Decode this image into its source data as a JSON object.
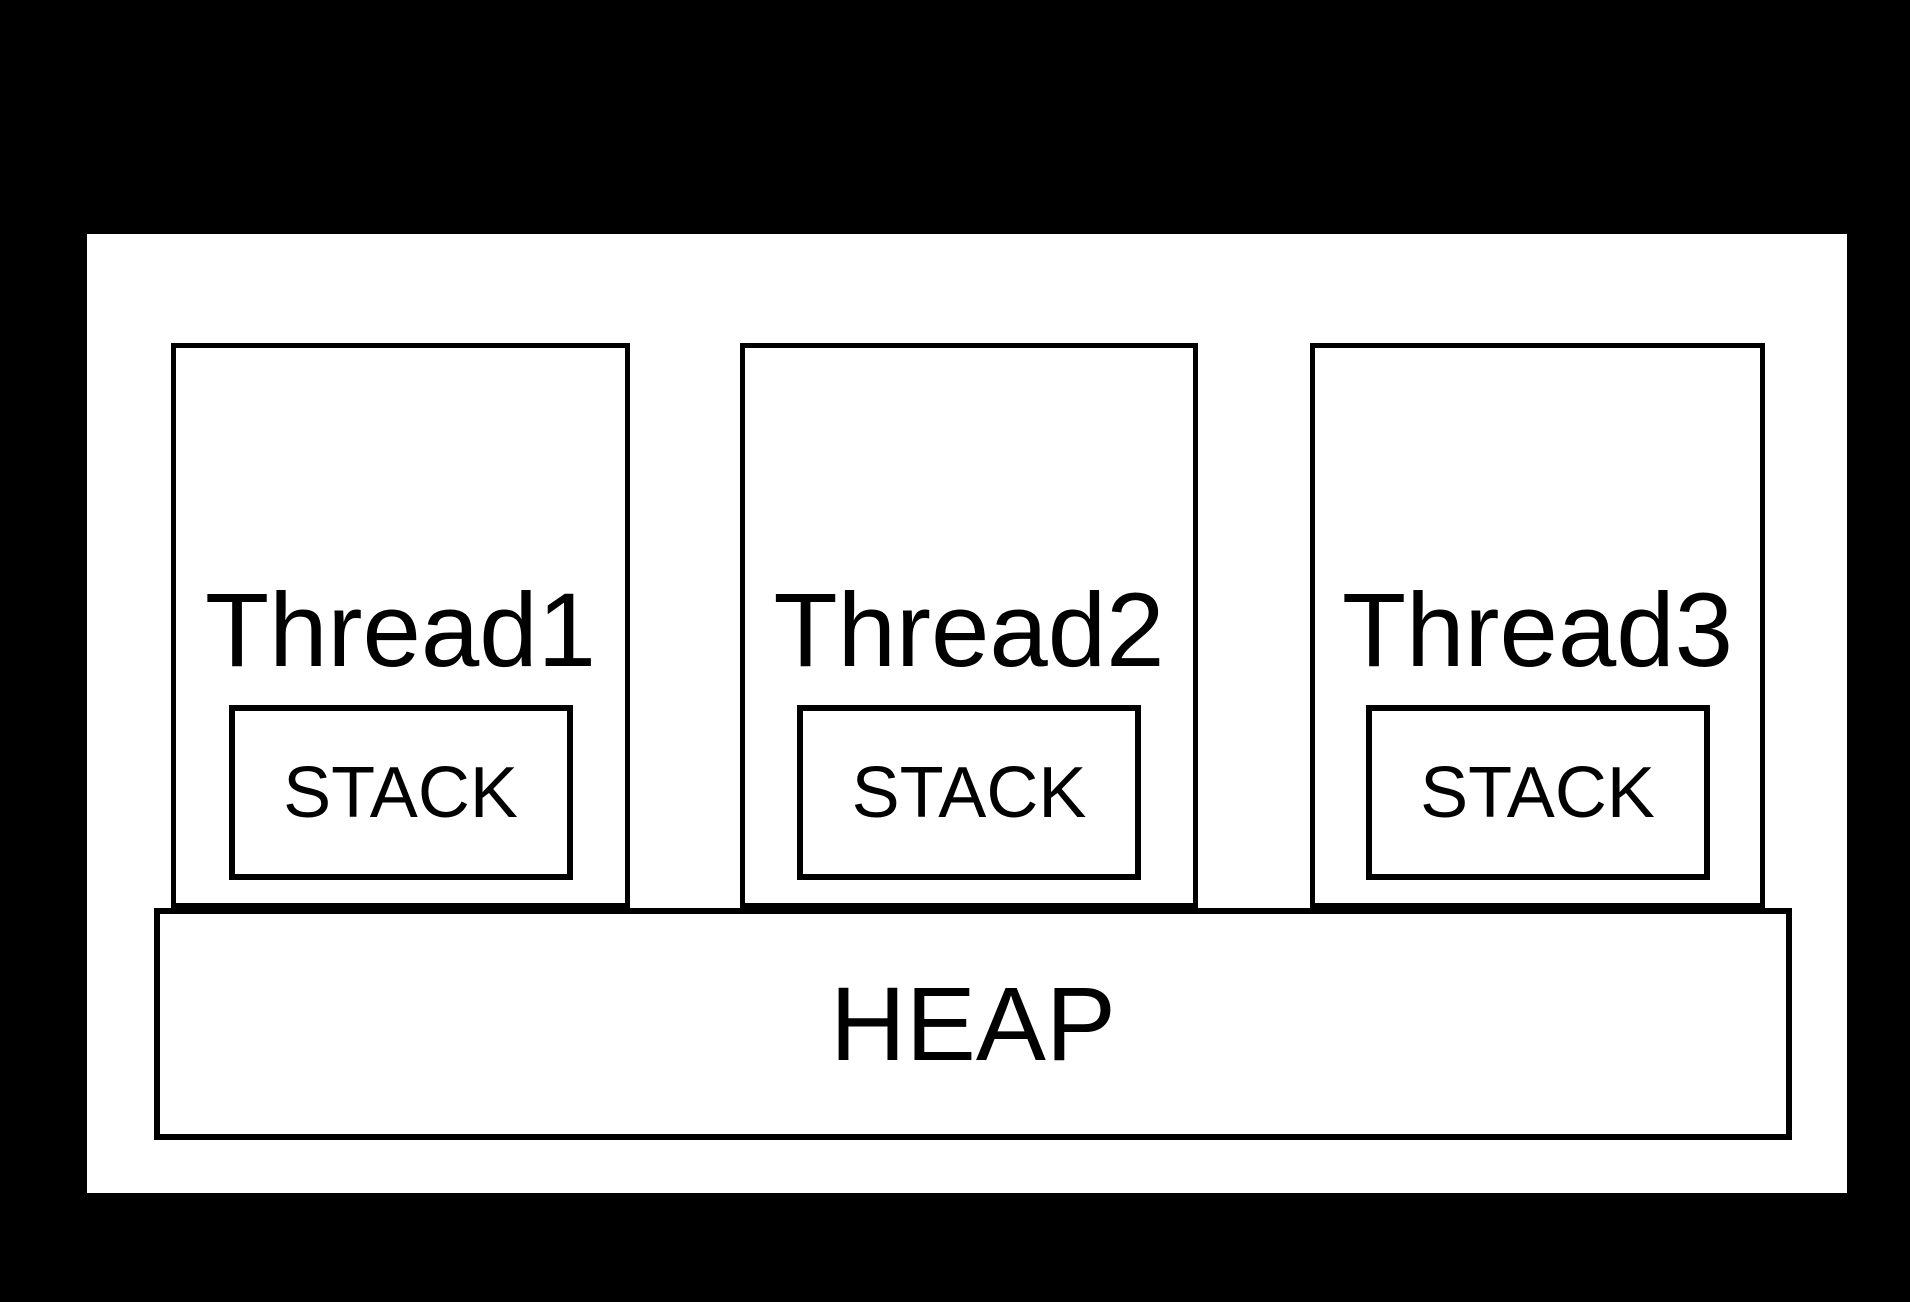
{
  "diagram": {
    "colors": {
      "background": "#000000",
      "panel": "#ffffff",
      "line": "#000000",
      "text": "#000000"
    },
    "threads": [
      {
        "label": "Thread1",
        "stack_label": "STACK"
      },
      {
        "label": "Thread2",
        "stack_label": "STACK"
      },
      {
        "label": "Thread3",
        "stack_label": "STACK"
      }
    ],
    "heap": {
      "label": "HEAP"
    }
  }
}
